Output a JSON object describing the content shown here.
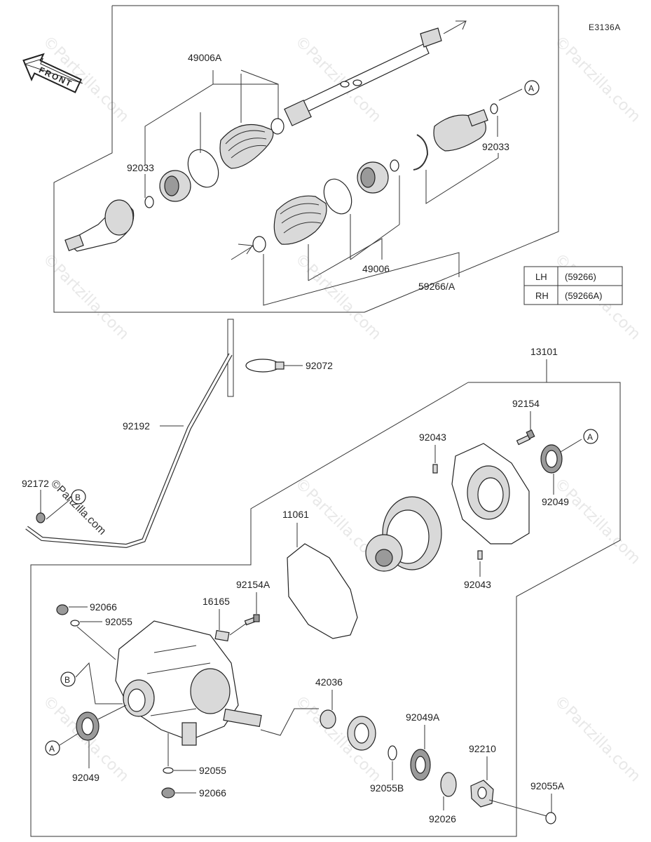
{
  "diagram_code": "E3136A",
  "front_label": "FRONT",
  "watermark": "©Partzilla.com",
  "legend_table": {
    "rows": [
      {
        "side": "LH",
        "part": "(59266)"
      },
      {
        "side": "RH",
        "part": "(59266A)"
      }
    ]
  },
  "part_labels": {
    "p49006A": "49006A",
    "p92033_left": "92033",
    "p92033_right": "92033",
    "p49006": "49006",
    "p59266A": "59266/A",
    "p92072": "92072",
    "p13101": "13101",
    "p92192": "92192",
    "p92154": "92154",
    "p92043_top": "92043",
    "p92049_right": "92049",
    "p92172": "92172",
    "p11061": "11061",
    "p92043_bottom": "92043",
    "p92154A": "92154A",
    "p16165": "16165",
    "p92066_top": "92066",
    "p92055_top": "92055",
    "p42036": "42036",
    "p92049A": "92049A",
    "p92210": "92210",
    "p92049_left": "92049",
    "p92055_bottom": "92055",
    "p92066_bottom": "92066",
    "p92055B": "92055B",
    "p92026": "92026",
    "p92055A": "92055A"
  },
  "callouts": {
    "a_top": "A",
    "a_right": "A",
    "a_left": "A",
    "b_top": "B",
    "b_left": "B"
  }
}
